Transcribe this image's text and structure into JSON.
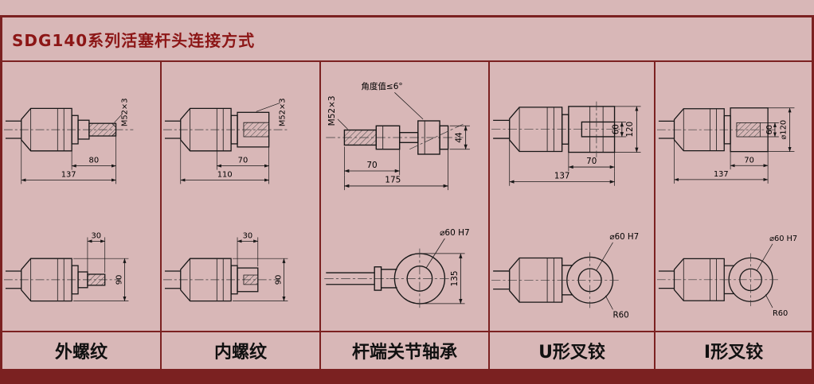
{
  "title": "SDG140系列活塞杆头连接方式",
  "colors": {
    "background": "#d8b7b7",
    "frame": "#7b2121",
    "title_text": "#8c1616",
    "line": "#161616"
  },
  "columns": [
    {
      "label": "外螺纹",
      "top": {
        "thread": "M52×3",
        "len1": "80",
        "len2": "137"
      },
      "bottom": {
        "len1": "30",
        "dia": "90"
      }
    },
    {
      "label": "内螺纹",
      "top": {
        "thread": "M52×3",
        "len1": "70",
        "len2": "110"
      },
      "bottom": {
        "len1": "30",
        "dia": "90"
      }
    },
    {
      "label": "杆端关节轴承",
      "top": {
        "thread": "M52×3",
        "angle": "角度值≤6°",
        "height": "44",
        "len1": "70",
        "len2": "175"
      },
      "bottom": {
        "bore": "⌀60 H7",
        "height": "135"
      }
    },
    {
      "label": "U形叉铰",
      "top": {
        "slot": "60",
        "height": "120",
        "len1": "70",
        "len2": "137"
      },
      "bottom": {
        "bore": "⌀60 H7",
        "radius": "R60"
      }
    },
    {
      "label": "I形叉铰",
      "top": {
        "slot": "60",
        "height": "⌀120",
        "len1": "70",
        "len2": "137"
      },
      "bottom": {
        "bore": "⌀60 H7",
        "radius": "R60"
      }
    }
  ]
}
